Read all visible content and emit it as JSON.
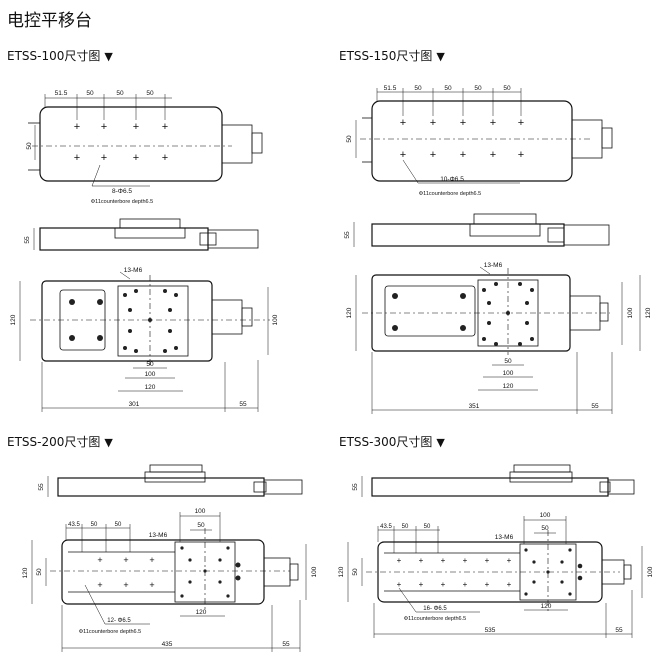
{
  "page_title": "电控平移台",
  "arrow": "▼",
  "sections": [
    {
      "label": "ETSS-100尺寸图"
    },
    {
      "label": "ETSS-150尺寸图"
    },
    {
      "label": "ETSS-200尺寸图"
    },
    {
      "label": "ETSS-300尺寸图"
    }
  ],
  "etss100": {
    "top_dims": [
      "51.5",
      "50",
      "50",
      "50"
    ],
    "side_top": "50",
    "holes": "8-Φ6.5",
    "counterbore": "Φ11counterbore depth6.5",
    "side_h": "55",
    "mount": "13-M6",
    "left_h": "120",
    "right_h": "100",
    "bottom_dims": [
      "50",
      "100",
      "120"
    ],
    "overall": "301",
    "motor": "55"
  },
  "etss150": {
    "top_dims": [
      "51.5",
      "50",
      "50",
      "50",
      "50"
    ],
    "side_top": "50",
    "holes": "10-Φ6.5",
    "counterbore": "Φ11counterbore depth6.5",
    "side_h": "55",
    "mount": "13-M6",
    "left_h": "120",
    "right_h1": "100",
    "right_h2": "120",
    "bottom_dims": [
      "50",
      "100",
      "120"
    ],
    "overall": "351",
    "motor": "55"
  },
  "etss200": {
    "side_h": "55",
    "top_dims": [
      "43.5",
      "50",
      "50"
    ],
    "plate_top": "100",
    "plate_inner": "50",
    "mount": "13-M6",
    "left_h1": "120",
    "left_h2": "50",
    "right_h": "100",
    "holes": "12- Φ6.5",
    "counterbore": "Φ11counterbore depth6.5",
    "bottom_dim": "120",
    "overall": "435",
    "motor": "55"
  },
  "etss300": {
    "side_h": "55",
    "top_dims": [
      "43.5",
      "50",
      "50"
    ],
    "plate_top": "100",
    "plate_inner": "50",
    "mount": "13-M6",
    "left_h1": "120",
    "left_h2": "50",
    "right_h": "100",
    "holes": "16- Φ6.5",
    "counterbore": "Φ11counterbore depth6.5",
    "bottom_dim": "120",
    "overall": "535",
    "motor": "55"
  }
}
